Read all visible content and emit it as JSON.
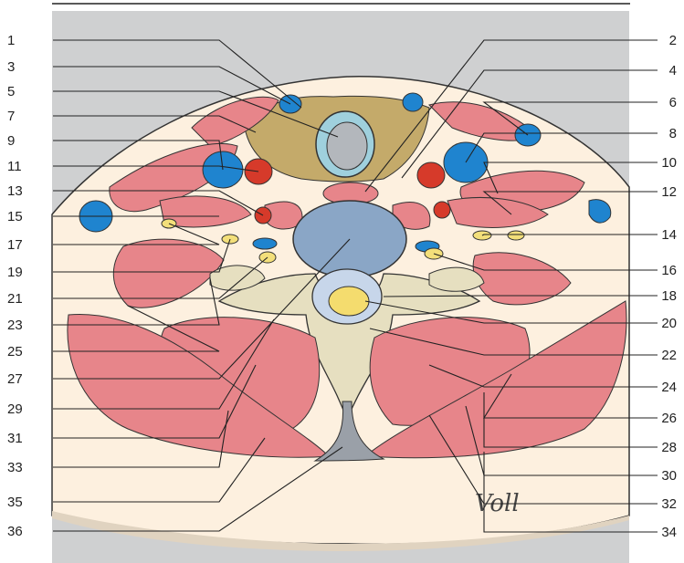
{
  "figure": {
    "description_free": true,
    "colors": {
      "background_panel": "#cfd0d1",
      "skin": "#fdf0df",
      "muscle": "#e7858a",
      "muscle_dark": "#c8555c",
      "fat_gland": "#c4aa6a",
      "vein": "#1f84cf",
      "artery": "#d63a2a",
      "nerve": "#f3df7a",
      "bone": "#e6dfc0",
      "disc": "#8aa6c6",
      "cord": "#f4dc6e",
      "csf": "#c7d6ea",
      "airway": "#b3b7bc",
      "septum": "#9aa0a8"
    },
    "labels_left": [
      "1",
      "3",
      "5",
      "7",
      "9",
      "11",
      "13",
      "15",
      "17",
      "19",
      "21",
      "23",
      "25",
      "27",
      "29",
      "31",
      "33",
      "35",
      "36"
    ],
    "labels_right": [
      "2",
      "4",
      "6",
      "8",
      "10",
      "12",
      "14",
      "16",
      "18",
      "20",
      "22",
      "24",
      "26",
      "28",
      "30",
      "32",
      "34"
    ],
    "signature": "Voll"
  }
}
